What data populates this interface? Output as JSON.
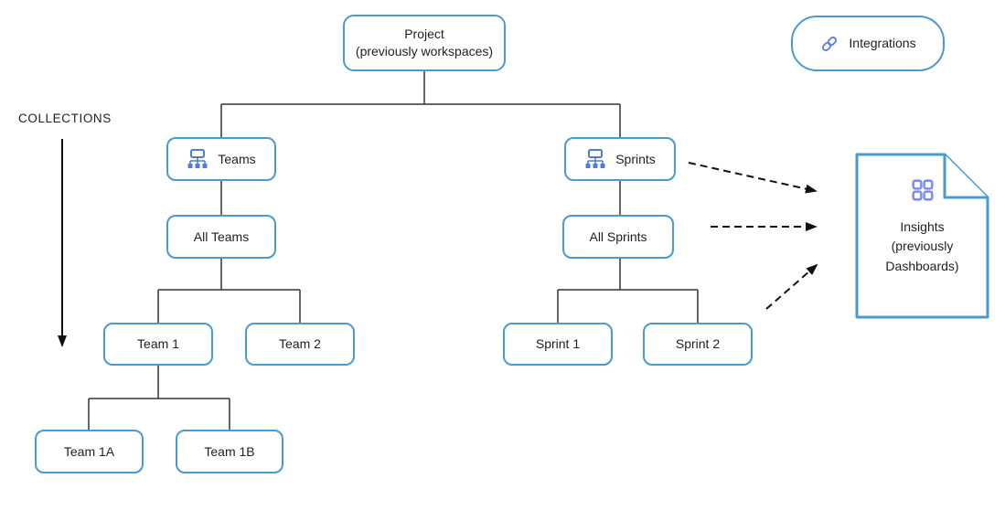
{
  "diagram": {
    "collections_label": "COLLECTIONS",
    "nodes": {
      "project": {
        "label": "Project",
        "sublabel": "(previously workspaces)"
      },
      "integrations": {
        "label": "Integrations"
      },
      "teams": {
        "label": "Teams"
      },
      "all_teams": {
        "label": "All Teams"
      },
      "team1": {
        "label": "Team 1"
      },
      "team2": {
        "label": "Team 2"
      },
      "team1a": {
        "label": "Team 1A"
      },
      "team1b": {
        "label": "Team 1B"
      },
      "sprints": {
        "label": "Sprints"
      },
      "all_sprints": {
        "label": "All Sprints"
      },
      "sprint1": {
        "label": "Sprint 1"
      },
      "sprint2": {
        "label": "Sprint 2"
      },
      "insights": {
        "label": "Insights",
        "sublabel": "(previously Dashboards)"
      }
    },
    "icons": {
      "teams": "org-chart-icon",
      "sprints": "org-chart-icon",
      "integrations": "link-icon",
      "insights": "grid-icon"
    },
    "edges": [
      "project -> teams",
      "project -> sprints",
      "teams -> all_teams",
      "all_teams -> team1",
      "all_teams -> team2",
      "team1 -> team1a",
      "team1 -> team1b",
      "sprints -> all_sprints",
      "all_sprints -> sprint1",
      "all_sprints -> sprint2",
      "sprints -> insights (dashed)",
      "all_sprints -> insights (dashed)",
      "sprints-subtree -> insights (dashed)"
    ],
    "colors": {
      "box_border": "#4a9bcd",
      "org_icon_blue": "#4d7be0",
      "grid_icon_blue": "#7b8ff0",
      "link_icon_blue": "#5b7ce8",
      "connector": "#333333",
      "arrow": "#111111",
      "text": "#1f1f1f",
      "background": "#ffffff"
    }
  }
}
